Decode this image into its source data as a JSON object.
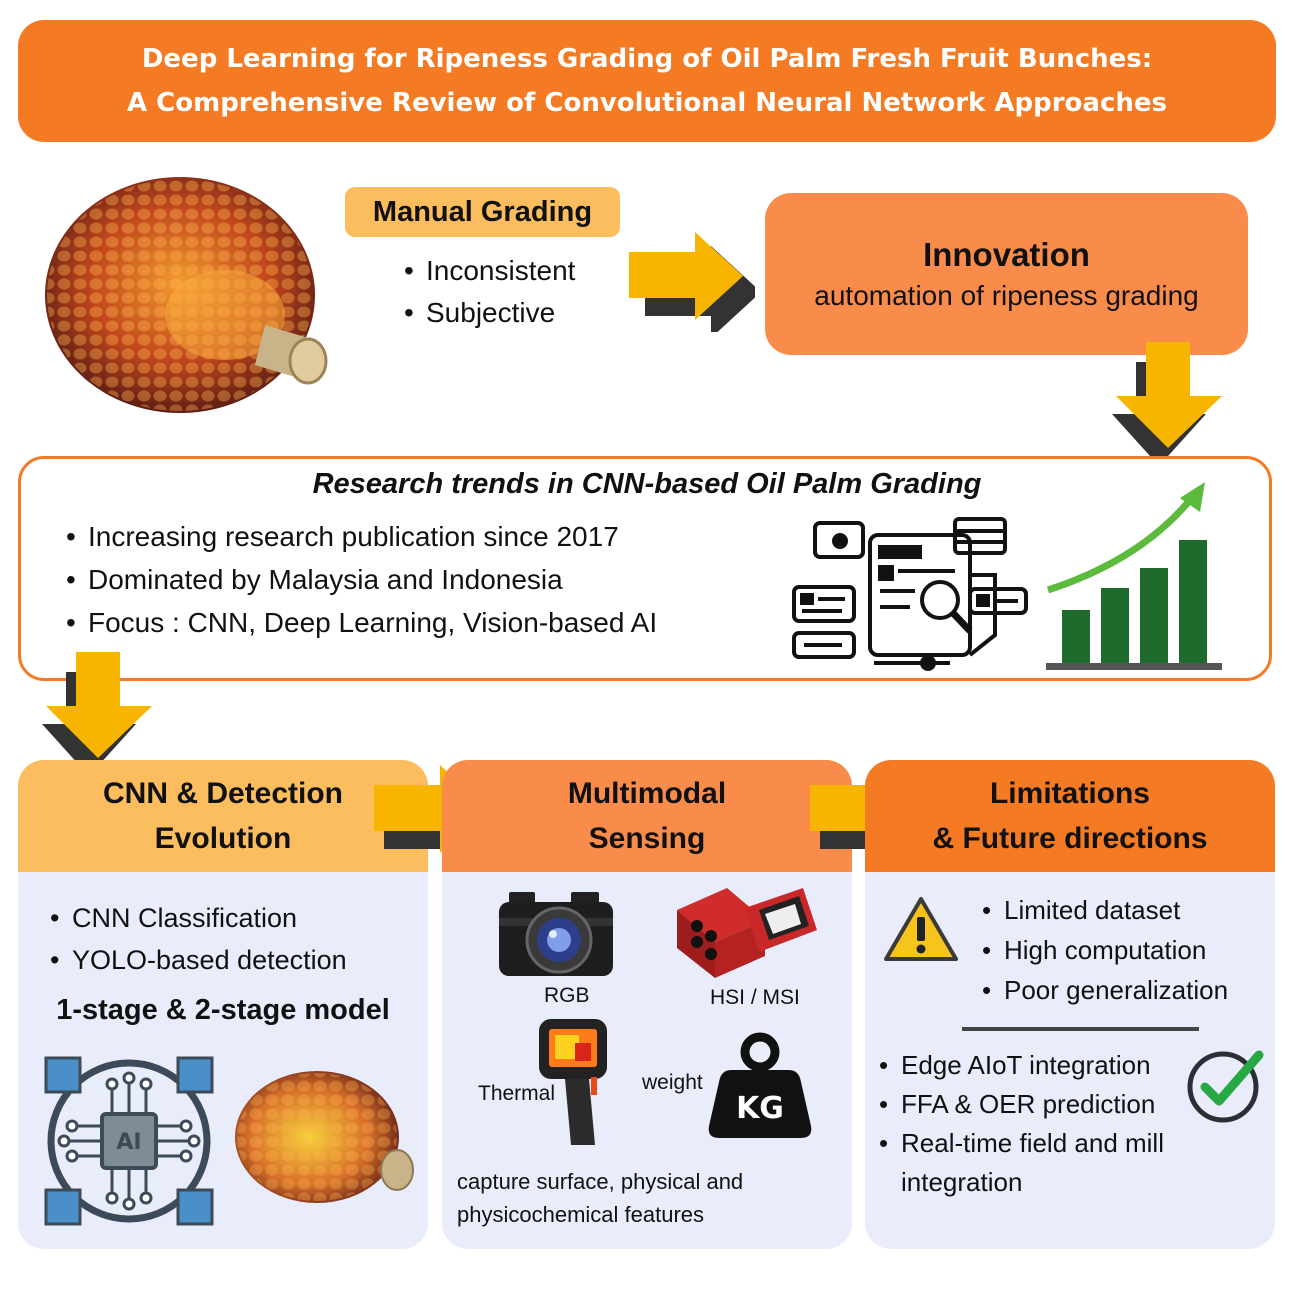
{
  "title": {
    "line1": "Deep Learning for Ripeness Grading of Oil Palm Fresh Fruit Bunches:",
    "line2": "A Comprehensive Review of Convolutional Neural Network Approaches"
  },
  "manual": {
    "label": "Manual Grading",
    "items": [
      "Inconsistent",
      "Subjective"
    ]
  },
  "innovation": {
    "title": "Innovation",
    "subtitle": "automation of ripeness grading"
  },
  "trends": {
    "title": "Research trends in CNN-based Oil Palm Grading",
    "items": [
      "Increasing research publication since 2017",
      "Dominated by Malaysia and Indonesia",
      "Focus : CNN, Deep Learning, Vision-based AI"
    ]
  },
  "cnn": {
    "title_line1": "CNN & Detection",
    "title_line2": "Evolution",
    "items": [
      "CNN Classification",
      "YOLO-based detection"
    ],
    "model_label": "1-stage & 2-stage model",
    "chip_text": "AI"
  },
  "multimodal": {
    "title_line1": "Multimodal",
    "title_line2": "Sensing",
    "sensors": {
      "rgb": "RGB",
      "hsi": "HSI / MSI",
      "thermal": "Thermal",
      "weight": "weight",
      "kg": "KG"
    },
    "note": "capture surface, physical and physicochemical features"
  },
  "limitations": {
    "title_line1": "Limitations",
    "title_line2": "& Future directions",
    "limits": [
      "Limited dataset",
      "High computation",
      "Poor generalization"
    ],
    "future": [
      "Edge AIoT integration",
      "FFA & OER prediction",
      "Real-time field and mill integration"
    ]
  },
  "colors": {
    "title_orange": "#f47a24",
    "light_orange": "#fbbd5e",
    "mid_orange": "#f98c4a",
    "panel_bg": "#e9ecfb",
    "arrow_yellow": "#f7b500",
    "bar_green": "#1f6b2d",
    "check_green": "#26a845"
  }
}
